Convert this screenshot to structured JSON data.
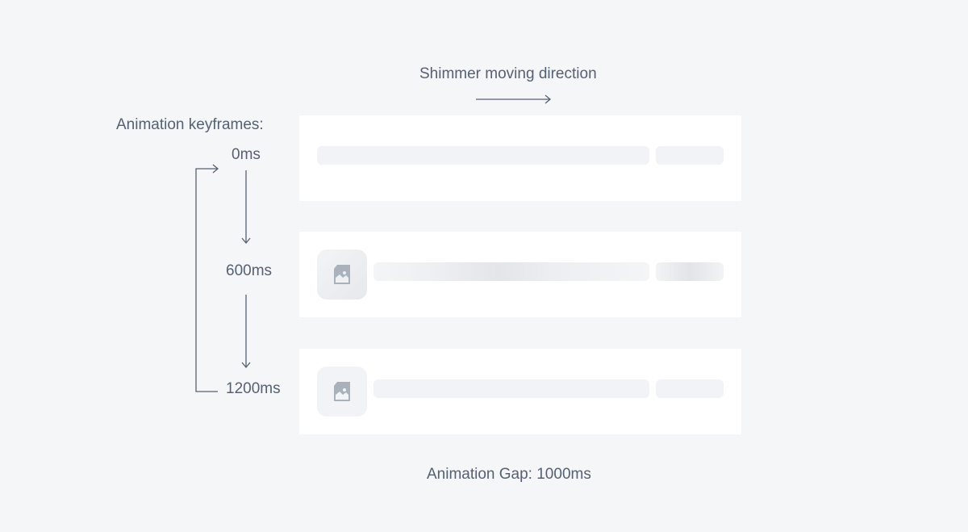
{
  "header": {
    "shimmer_direction_label": "Shimmer moving direction",
    "direction_arrow_icon": "arrow-right-icon"
  },
  "keyframes": {
    "title": "Animation keyframes:",
    "steps": [
      {
        "label": "0ms"
      },
      {
        "label": "600ms"
      },
      {
        "label": "1200ms"
      }
    ],
    "loop_icon": "loop-back-arrow-icon",
    "step_arrow_icon": "arrow-down-icon"
  },
  "cards": [
    {
      "state": "0ms",
      "has_thumbnail": false,
      "thumbnail_icon": null,
      "shimmer_active": false
    },
    {
      "state": "600ms",
      "has_thumbnail": true,
      "thumbnail_icon": "image-placeholder-icon",
      "shimmer_active": true
    },
    {
      "state": "1200ms",
      "has_thumbnail": true,
      "thumbnail_icon": "image-placeholder-icon",
      "shimmer_active": false
    }
  ],
  "footer": {
    "gap_label": "Animation Gap: 1000ms"
  },
  "colors": {
    "background": "#f4f6f8",
    "card": "#ffffff",
    "placeholder": "#f1f3f6",
    "shimmer_highlight": "#e3e6e9",
    "text": "#556172",
    "icon": "#a9b1ba"
  }
}
